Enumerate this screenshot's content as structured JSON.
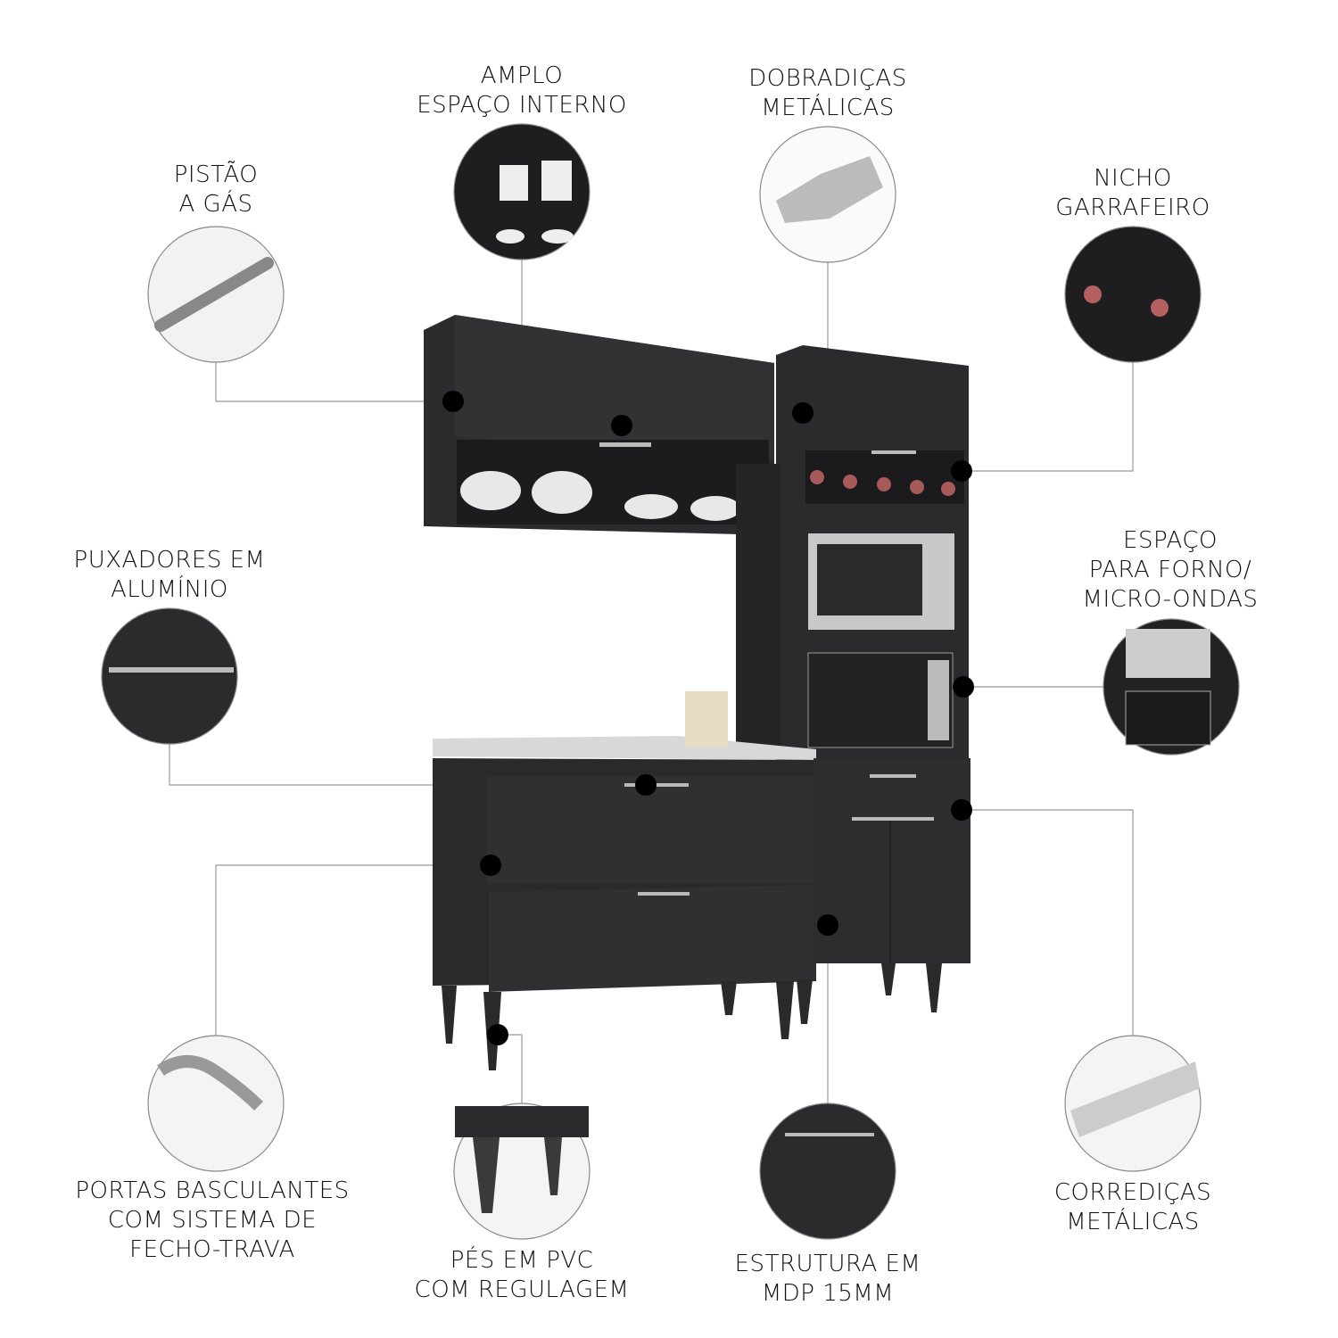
{
  "features": {
    "gas_piston": {
      "lines": [
        "PISTÃO",
        "A GÁS"
      ]
    },
    "interior_space": {
      "lines": [
        "AMPLO",
        "ESPAÇO INTERNO"
      ]
    },
    "hinges": {
      "lines": [
        "DOBRADIÇAS",
        "METÁLICAS"
      ]
    },
    "bottle_niche": {
      "lines": [
        "NICHO",
        "GARRAFEIRO"
      ]
    },
    "handles": {
      "lines": [
        "PUXADORES EM",
        "ALUMÍNIO"
      ]
    },
    "oven_space": {
      "lines": [
        "ESPAÇO",
        "PARA FORNO/",
        "MICRO-ONDAS"
      ]
    },
    "tilt_doors": {
      "lines": [
        "PORTAS BASCULANTES",
        "COM SISTEMA DE",
        "FECHO-TRAVA"
      ]
    },
    "feet": {
      "lines": [
        "PÉS EM PVC",
        "COM REGULAGEM"
      ]
    },
    "structure": {
      "lines": [
        "ESTRUTURA EM",
        "MDP 15MM"
      ]
    },
    "slides": {
      "lines": [
        "CORREDIÇAS",
        "METÁLICAS"
      ]
    }
  },
  "colors": {
    "cabinet": "#2b2b2d",
    "line": "#9a9a9a",
    "dot": "#000000"
  }
}
